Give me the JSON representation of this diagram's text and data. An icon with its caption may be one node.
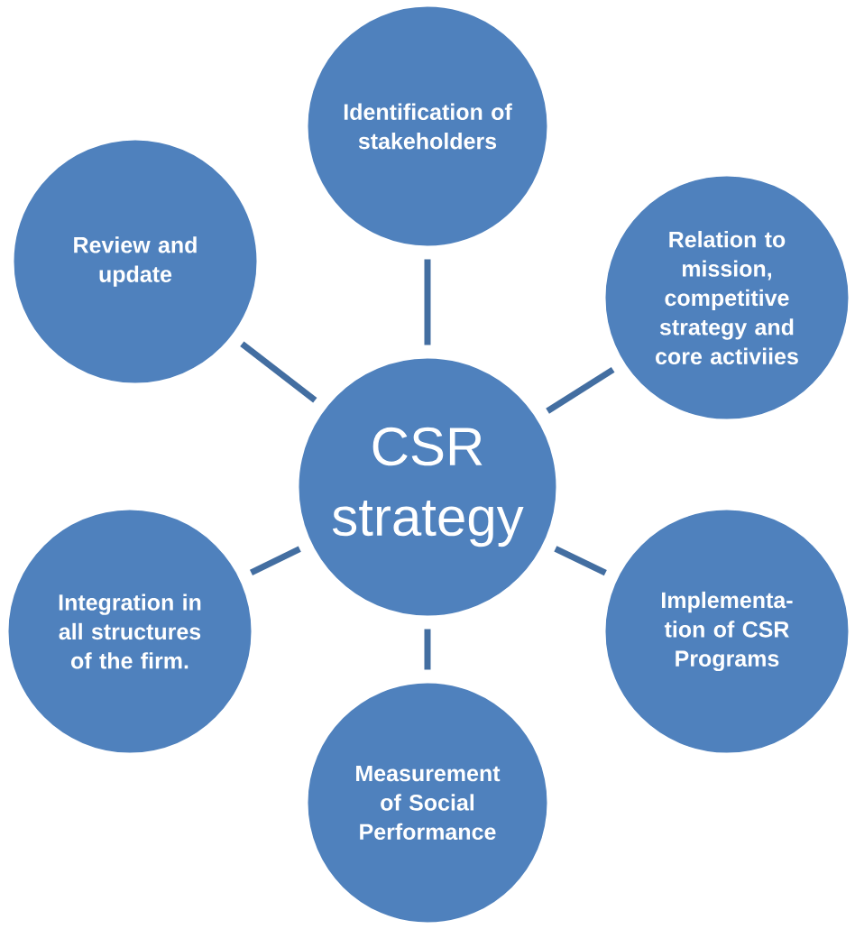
{
  "diagram": {
    "nodes": [
      {
        "text": [
          "CSR strategy"
        ]
      },
      {
        "text": [
          "Identification of stakeholders"
        ]
      },
      {
        "text": [
          "Relation to mission, competitive strategy and core activiies"
        ]
      },
      {
        "text": [
          "Implementa- tion of CSR Programs"
        ]
      },
      {
        "text": [
          "Measurement of Social Performance"
        ]
      },
      {
        "text": [
          "Integration in all structures of the firm."
        ]
      },
      {
        "text": [
          "Review and update"
        ]
      }
    ],
    "edges": [
      {
        "from": 0,
        "to": 1,
        "arrow": "none"
      },
      {
        "from": 0,
        "to": 2,
        "arrow": "none"
      },
      {
        "from": 0,
        "to": 3,
        "arrow": "none"
      },
      {
        "from": 0,
        "to": 4,
        "arrow": "none"
      },
      {
        "from": 0,
        "to": 5,
        "arrow": "none"
      },
      {
        "from": 0,
        "to": 6,
        "arrow": "none"
      }
    ]
  }
}
